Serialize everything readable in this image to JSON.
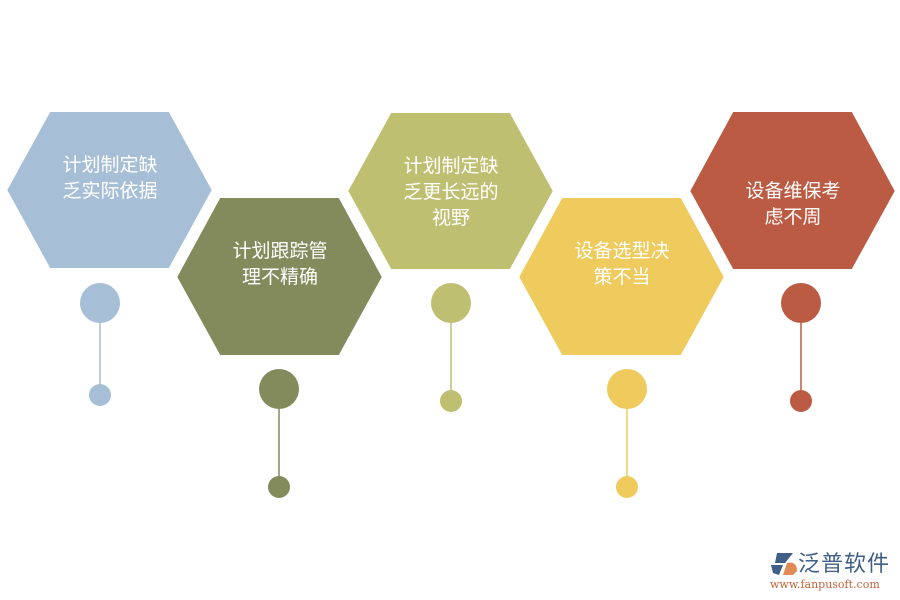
{
  "diagram": {
    "type": "hexagon-timeline",
    "items": [
      {
        "id": 1,
        "lines": [
          "计划制定缺",
          "乏实际依据"
        ],
        "color": "#a7bfd6"
      },
      {
        "id": 2,
        "lines": [
          "计划跟踪管",
          "理不精确"
        ],
        "color": "#838a5c"
      },
      {
        "id": 3,
        "lines": [
          "计划制定缺",
          "乏更长远的",
          "视野"
        ],
        "color": "#bfbf72"
      },
      {
        "id": 4,
        "lines": [
          "设备选型决",
          "策不当"
        ],
        "color": "#efca5c"
      },
      {
        "id": 5,
        "lines": [
          "设备维保考",
          "虑不周"
        ],
        "color": "#bb5b44"
      }
    ]
  },
  "logo": {
    "brand": "泛普软件",
    "url": "www.fanpusoft.com",
    "colors": {
      "blue": "#3f5f86",
      "orange": "#e28a55"
    }
  }
}
